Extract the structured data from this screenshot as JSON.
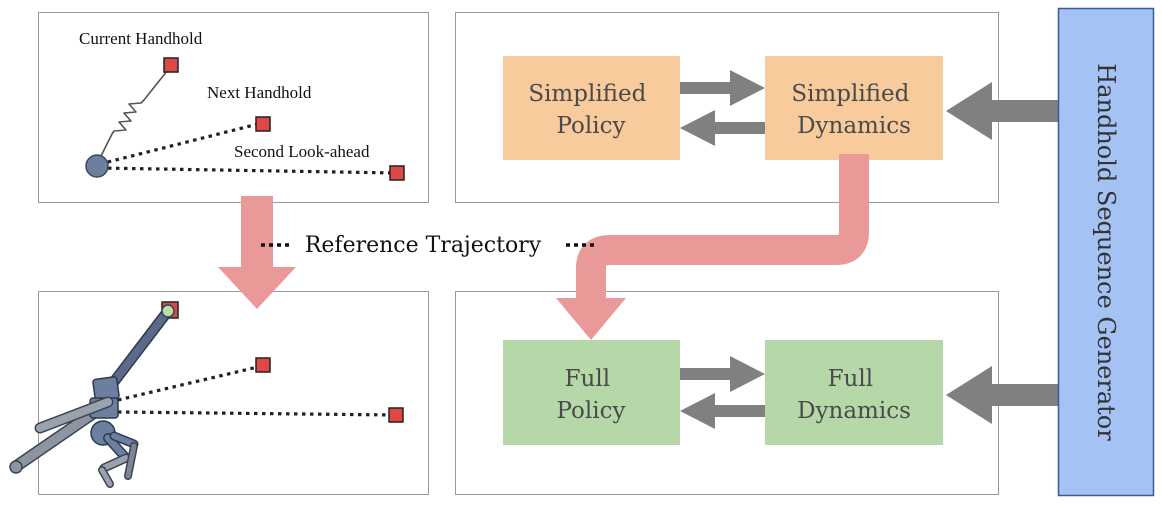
{
  "panels": {
    "simplified_sketch": {
      "labels": {
        "current_handhold": "Current Handhold",
        "next_handhold": "Next Handhold",
        "second_lookahead": "Second Look-ahead"
      }
    }
  },
  "reference_trajectory": "Reference Trajectory",
  "blocks": {
    "simplified_policy": [
      "Simplified",
      "Policy"
    ],
    "simplified_dynamics": [
      "Simplified",
      "Dynamics"
    ],
    "full_policy": [
      "Full",
      "Policy"
    ],
    "full_dynamics": [
      "Full",
      "Dynamics"
    ],
    "generator": "Handhold Sequence Generator"
  },
  "colors": {
    "orange_block": "#f8cb9c",
    "green_block": "#b6d7a8",
    "blue_block": "#a4c2f4",
    "gray_arrow": "#808080",
    "pink_arrow": "#ea9999",
    "handhold": "#e04848",
    "body": "#6d7f9e"
  }
}
